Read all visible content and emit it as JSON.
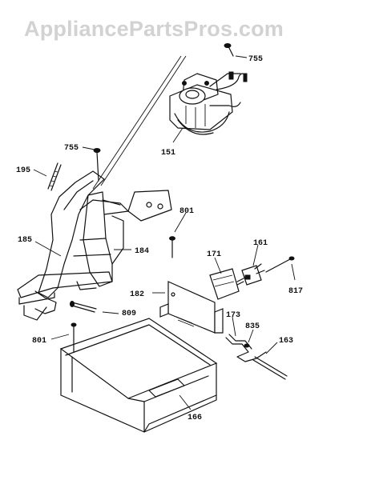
{
  "watermark": "AppliancePartsPros.com",
  "parts": {
    "p755a": "755",
    "p755b": "755",
    "p151": "151",
    "p195": "195",
    "p185": "185",
    "p184": "184",
    "p801a": "801",
    "p161": "161",
    "p171": "171",
    "p817": "817",
    "p182": "182",
    "p809": "809",
    "p801b": "801",
    "p173": "173",
    "p835": "835",
    "p163": "163",
    "p166": "166"
  }
}
